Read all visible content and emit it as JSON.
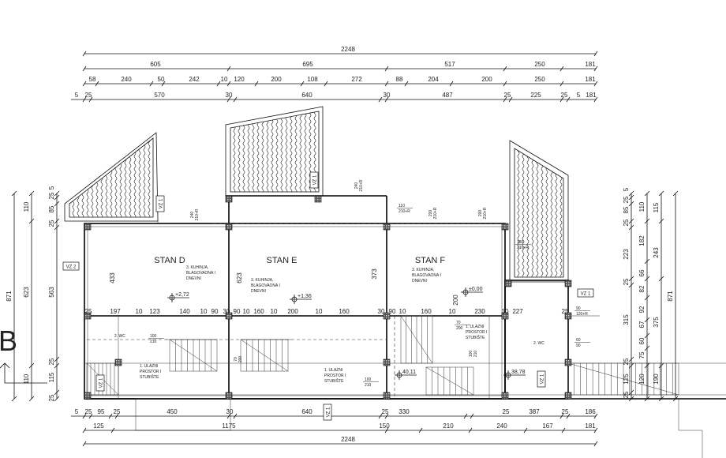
{
  "dims": {
    "top": [
      [
        "2248"
      ],
      [
        "605",
        "695",
        "517",
        "250",
        "181"
      ],
      [
        "58",
        "240",
        "50",
        "242",
        "10",
        "120",
        "200",
        "108",
        "272",
        "88",
        "204",
        "200",
        "250",
        "181"
      ],
      [
        "5",
        "25",
        "570",
        "30",
        "640",
        "30",
        "487",
        "25",
        "225",
        "25",
        "5",
        "181"
      ]
    ],
    "bottom": [
      [
        "5",
        "25",
        "95",
        "25",
        "450",
        "30",
        "640",
        "25",
        "330",
        "25",
        "387",
        "25",
        "186"
      ],
      [
        "125",
        "1175",
        "150",
        "210",
        "240",
        "167",
        "181"
      ],
      [
        "2248"
      ]
    ],
    "left": [
      [
        "871"
      ],
      [
        "110",
        "623",
        "110"
      ],
      [
        "5",
        "25",
        "85",
        "25",
        "563",
        "25",
        "115",
        "25"
      ]
    ],
    "right": [
      [
        "5",
        "25",
        "85",
        "25",
        "223",
        "25",
        "315",
        "25",
        "125",
        "25"
      ],
      [
        "110",
        "182",
        "66",
        "82",
        "92",
        "67",
        "60",
        "75",
        "120"
      ],
      [
        "115",
        "243",
        "375",
        "190"
      ],
      [
        "871"
      ]
    ],
    "interior": [
      [
        "25",
        "197",
        "10",
        "123",
        "140",
        "10",
        "90",
        "30",
        "90",
        "10",
        "160",
        "10",
        "200",
        "10",
        "160",
        "30",
        "90",
        "10",
        "160",
        "10",
        "230",
        "10",
        "227",
        "25"
      ],
      [
        "433",
        "623",
        "373",
        "200"
      ]
    ]
  },
  "units": [
    "STAN D",
    "STAN E",
    "STAN F"
  ],
  "rooms": {
    "kitchen": [
      "3. KUHINJA,",
      "BLAGOVAONA I",
      "DNEVNI"
    ],
    "entrance": [
      "1. ULAZNI",
      "PROSTOR I",
      "STUBIŠTE"
    ],
    "wc": "2. WC"
  },
  "levels": [
    "+2,72",
    "+1,36",
    "±0,00",
    "40,11",
    "38,78"
  ],
  "tags": {
    "vz1": "VZ 1",
    "vz2": "VZ 2"
  },
  "section_marker": "B",
  "openings": [
    [
      "240",
      "210+R"
    ],
    [
      "240",
      "210+R"
    ],
    [
      "110",
      "210+R"
    ],
    [
      "200",
      "210+R"
    ],
    [
      "200",
      "210+R"
    ],
    [
      "180",
      "210+R"
    ],
    [
      "90",
      "120+R"
    ],
    [
      "60",
      "90"
    ],
    [
      "100",
      "210"
    ],
    [
      "100",
      "210"
    ],
    [
      "100",
      "210"
    ],
    [
      "70",
      "200"
    ],
    [
      "70",
      "200"
    ]
  ]
}
